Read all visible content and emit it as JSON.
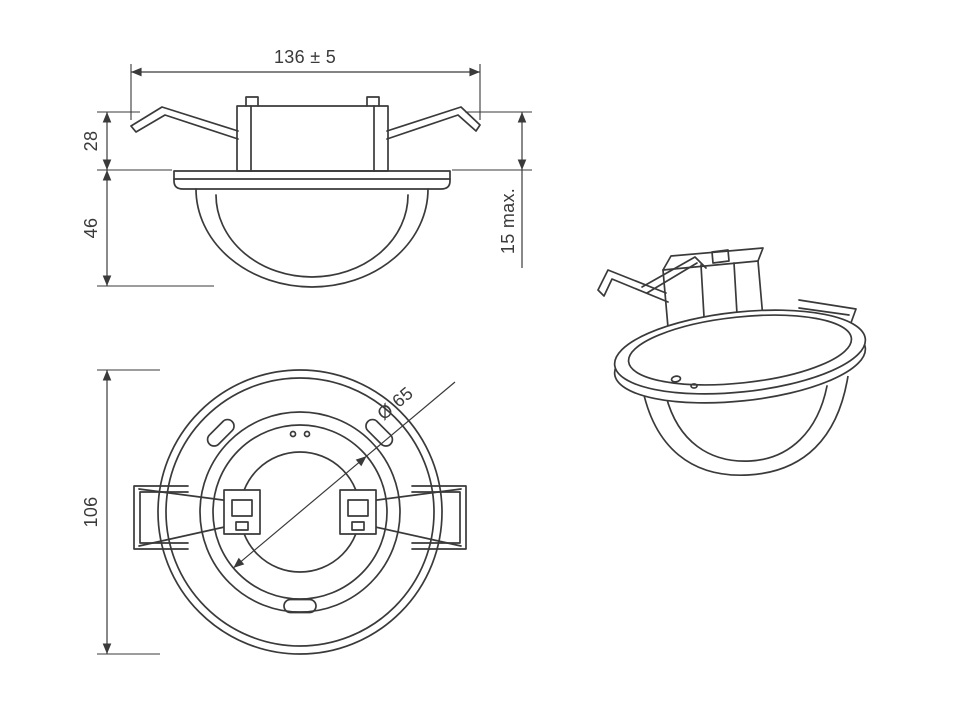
{
  "colors": {
    "background": "#ffffff",
    "line": "#3a3a3a",
    "text": "#3a3a3a"
  },
  "dimensions": {
    "overall_width": "136 ± 5",
    "recess_depth": "28",
    "dome_height": "46",
    "ceiling_thickness": "15 max.",
    "flange_diameter": "106",
    "lens_diameter": "Ø 65"
  }
}
